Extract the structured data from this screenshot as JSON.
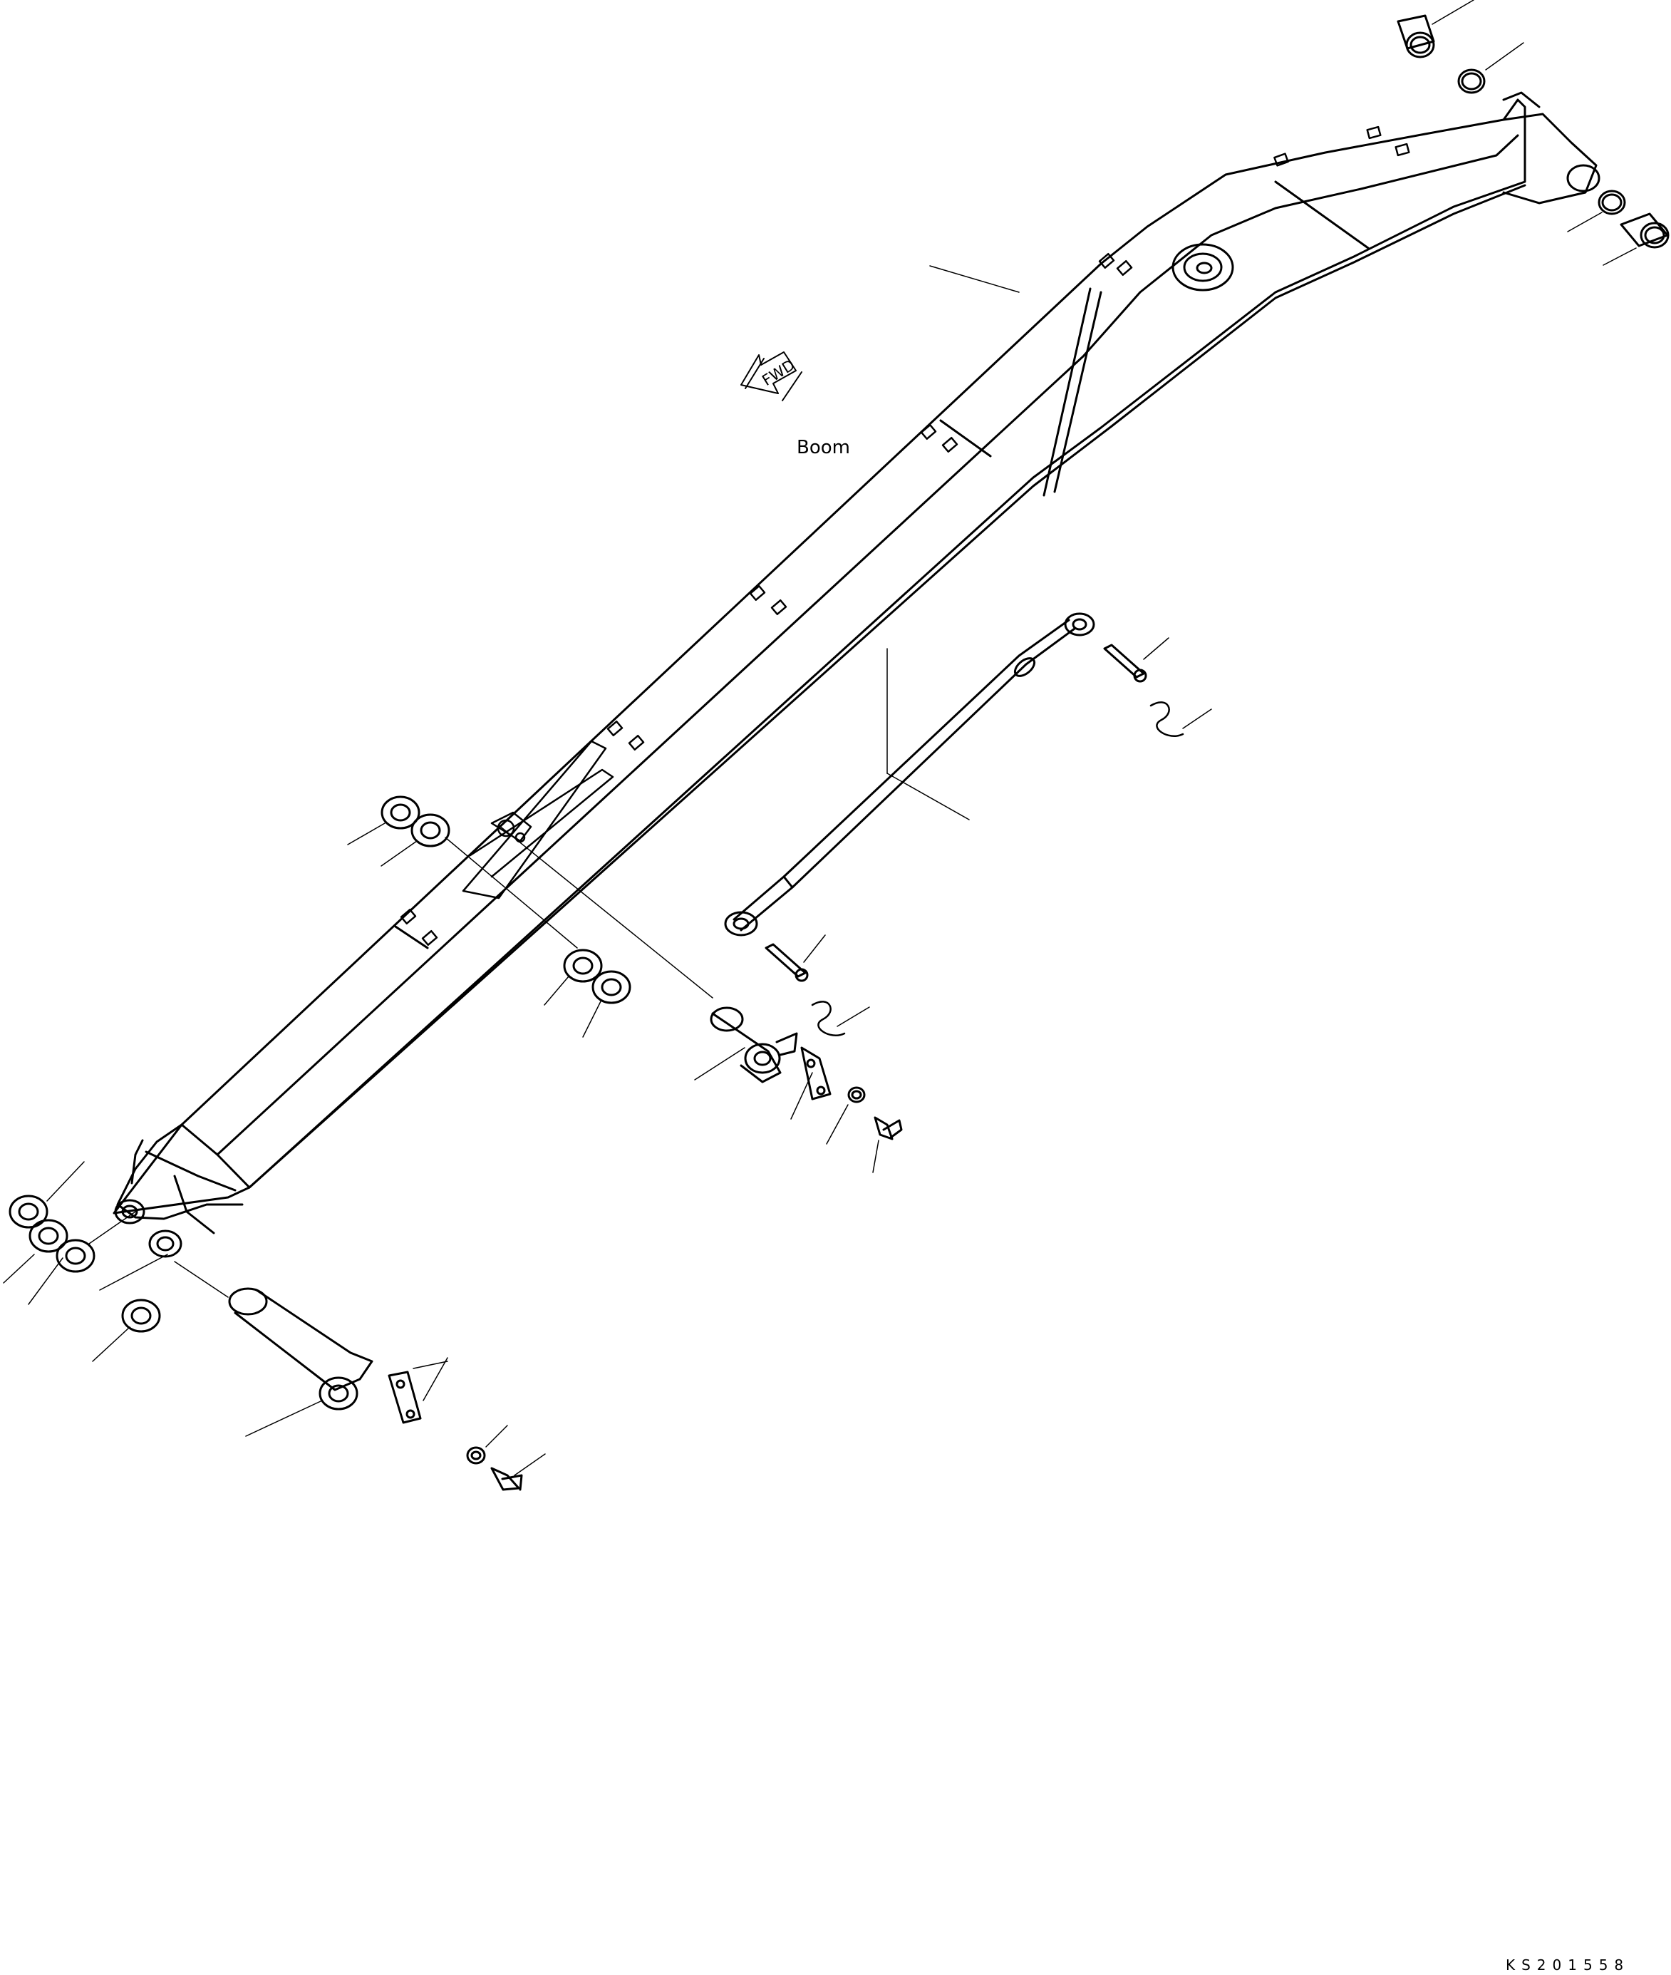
{
  "labels": {
    "part_name": "Boom",
    "direction_arrow": "FWD",
    "drawing_number": "KS201558"
  },
  "colors": {
    "line": "#000000",
    "background": "#ffffff"
  },
  "icons": [
    "forward-arrow-icon"
  ]
}
